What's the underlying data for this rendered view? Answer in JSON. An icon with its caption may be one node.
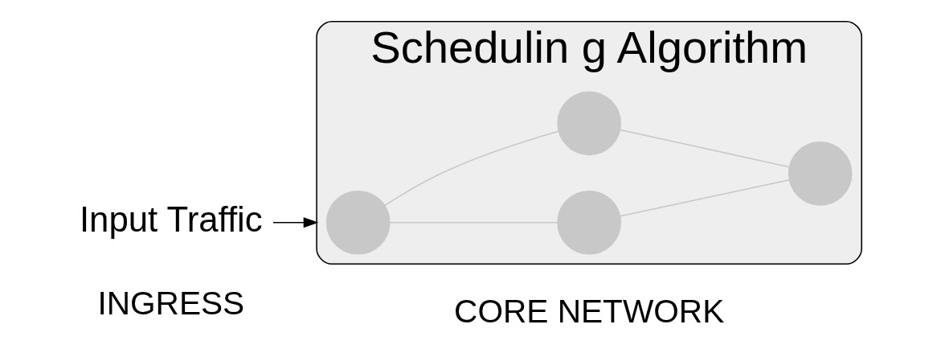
{
  "diagram": {
    "nodes": [
      {
        "text": [
          "Input Traffic"
        ],
        "beside": [
          "INGRESS"
        ]
      },
      {
        "text": [
          "Schedulin g Algorithm"
        ],
        "beside": [
          "CORE NETWORK"
        ]
      },
      {
        "text": [],
        "shape": "circle",
        "in": 1
      },
      {
        "text": [],
        "shape": "circle",
        "in": 1
      },
      {
        "text": [],
        "shape": "circle",
        "in": 1
      },
      {
        "text": [],
        "shape": "circle",
        "in": 1
      }
    ],
    "edges": [
      {
        "from": 0,
        "to": 1,
        "arrow": "to",
        "color": "#000000"
      },
      {
        "from": 2,
        "to": 3,
        "arrow": "none",
        "color": "#c8c8c8"
      },
      {
        "from": 2,
        "to": 4,
        "arrow": "none",
        "color": "#c8c8c8"
      },
      {
        "from": 3,
        "to": 5,
        "arrow": "none",
        "color": "#c8c8c8"
      },
      {
        "from": 4,
        "to": 5,
        "arrow": "none",
        "color": "#c8c8c8"
      }
    ]
  }
}
